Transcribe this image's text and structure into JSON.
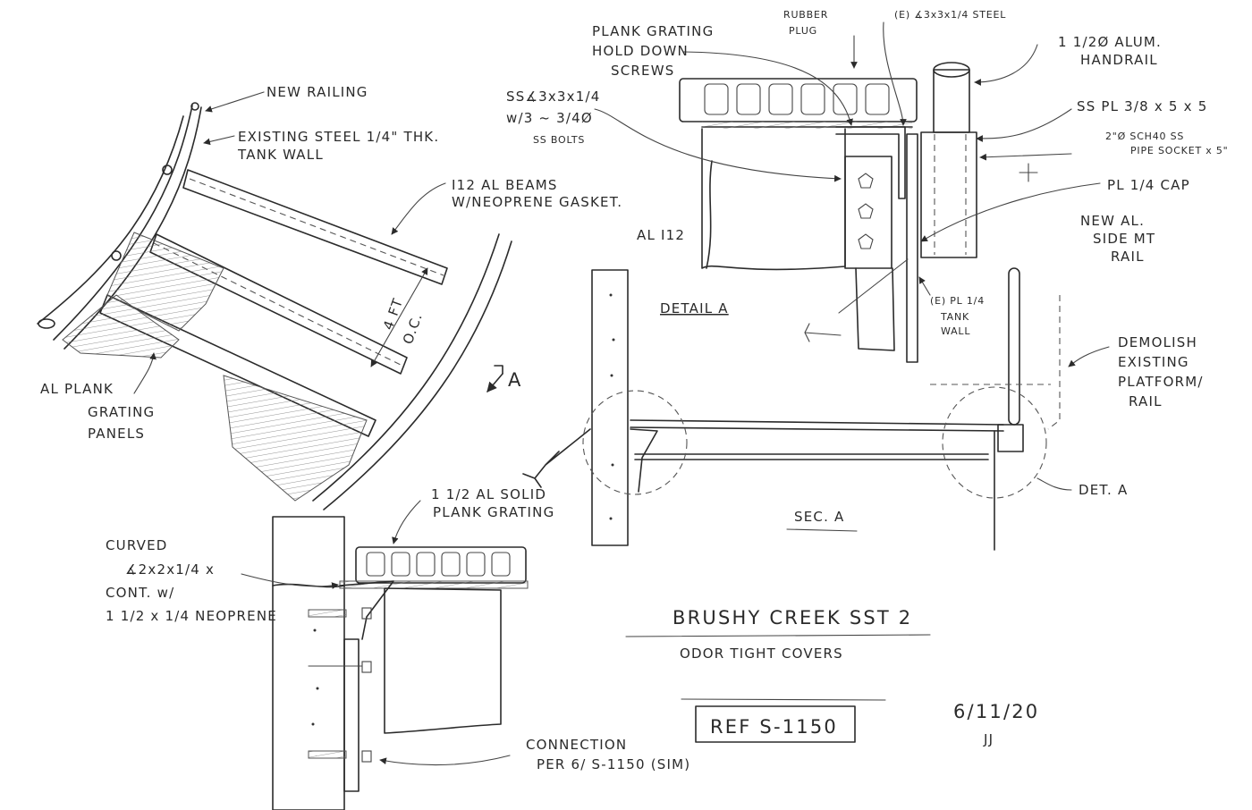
{
  "sheet": {
    "project_title": "BRUSHY CREEK SST 2",
    "subtitle": "ODOR TIGHT COVERS",
    "ref": "REF S-1150",
    "date": "6/11/20",
    "initials": "JJ"
  },
  "plan": {
    "new_railing": "NEW RAILING",
    "tank_wall_1": "EXISTING STEEL 1/4\" THK.",
    "tank_wall_2": "TANK WALL",
    "beams_1": "I12 AL BEAMS",
    "beams_2": "W/NEOPRENE GASKET.",
    "spacing_1": "4 FT",
    "spacing_2": "O.C.",
    "grating_1": "AL PLANK",
    "grating_2": "GRATING",
    "grating_3": "PANELS",
    "section_mark": "A"
  },
  "detail_a": {
    "title": "DETAIL A",
    "hold_down_1": "PLANK GRATING",
    "hold_down_2": "HOLD DOWN",
    "hold_down_3": "SCREWS",
    "rubber_1": "RUBBER",
    "rubber_2": "PLUG",
    "angle_existing": "(E) ∡3x3x1/4 STEEL",
    "handrail_1": "1 1/2Ø ALUM.",
    "handrail_2": "HANDRAIL",
    "ss_angle_1": "SS∡3x3x1/4",
    "ss_angle_2": "w/3 ~ 3/4Ø",
    "ss_angle_3": "SS BOLTS",
    "ss_plate": "SS PL 3/8 x 5 x 5",
    "pipe_socket_1": "2\"Ø SCH40 SS",
    "pipe_socket_2": "PIPE SOCKET x 5\"",
    "cap": "PL 1/4 CAP",
    "beam": "AL I12",
    "tank_plate_1": "(E) PL 1/4",
    "tank_plate_2": "TANK",
    "tank_plate_3": "WALL",
    "new_rail_1": "NEW AL.",
    "new_rail_2": "SIDE MT",
    "new_rail_3": "RAIL"
  },
  "section_a": {
    "title": "SEC. A",
    "demolish_1": "DEMOLISH",
    "demolish_2": "EXISTING",
    "demolish_3": "PLATFORM/",
    "demolish_4": "RAIL",
    "det_ref": "DET. A"
  },
  "connection_detail": {
    "solid_grating_1": "1 1/2 AL SOLID",
    "solid_grating_2": "PLANK GRATING",
    "curved_1": "CURVED",
    "curved_2": "∡2x2x1/4 x",
    "curved_3": "CONT. w/",
    "curved_4": "1 1/2 x 1/4 NEOPRENE",
    "connection_1": "CONNECTION",
    "connection_2": "PER 6/ S-1150 (SIM)"
  }
}
